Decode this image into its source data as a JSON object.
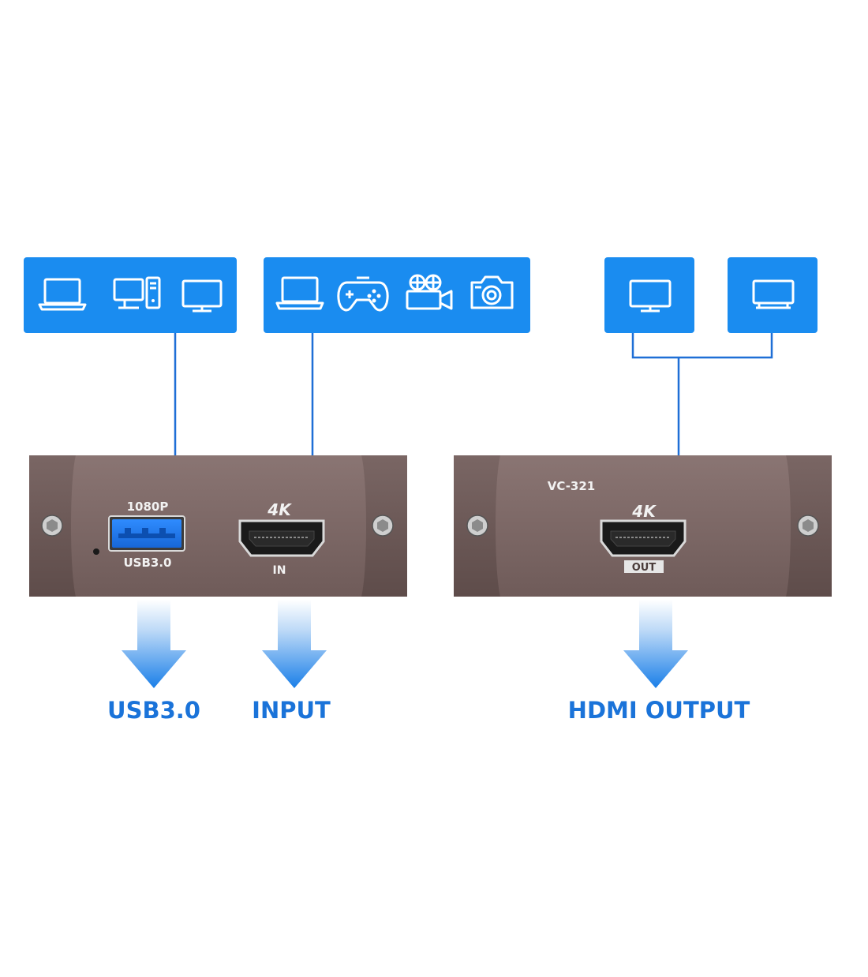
{
  "colors": {
    "accent_blue": "#1a8cf0",
    "line_blue": "#1f6fd6",
    "label_blue": "#1a73d9",
    "device_body": "#6e5a58",
    "device_face": "#7f6a68"
  },
  "icons": {
    "usb_source_box": [
      "laptop-icon",
      "desktop-pc-icon",
      "monitor-icon"
    ],
    "hdmi_source_box": [
      "laptop-icon",
      "gamepad-icon",
      "video-camera-icon",
      "photo-camera-icon"
    ],
    "output_box_1": [
      "monitor-icon"
    ],
    "output_box_2": [
      "tv-icon"
    ]
  },
  "left_device": {
    "resolution_label": "1080P",
    "usb_port_label": "USB3.0",
    "hdmi_badge": "4K",
    "hdmi_port_label": "IN"
  },
  "right_device": {
    "model": "VC-321",
    "hdmi_badge": "4K",
    "hdmi_port_label": "OUT"
  },
  "labels": {
    "usb": "USB3.0",
    "input": "INPUT",
    "hdmi_output": "HDMI OUTPUT"
  }
}
